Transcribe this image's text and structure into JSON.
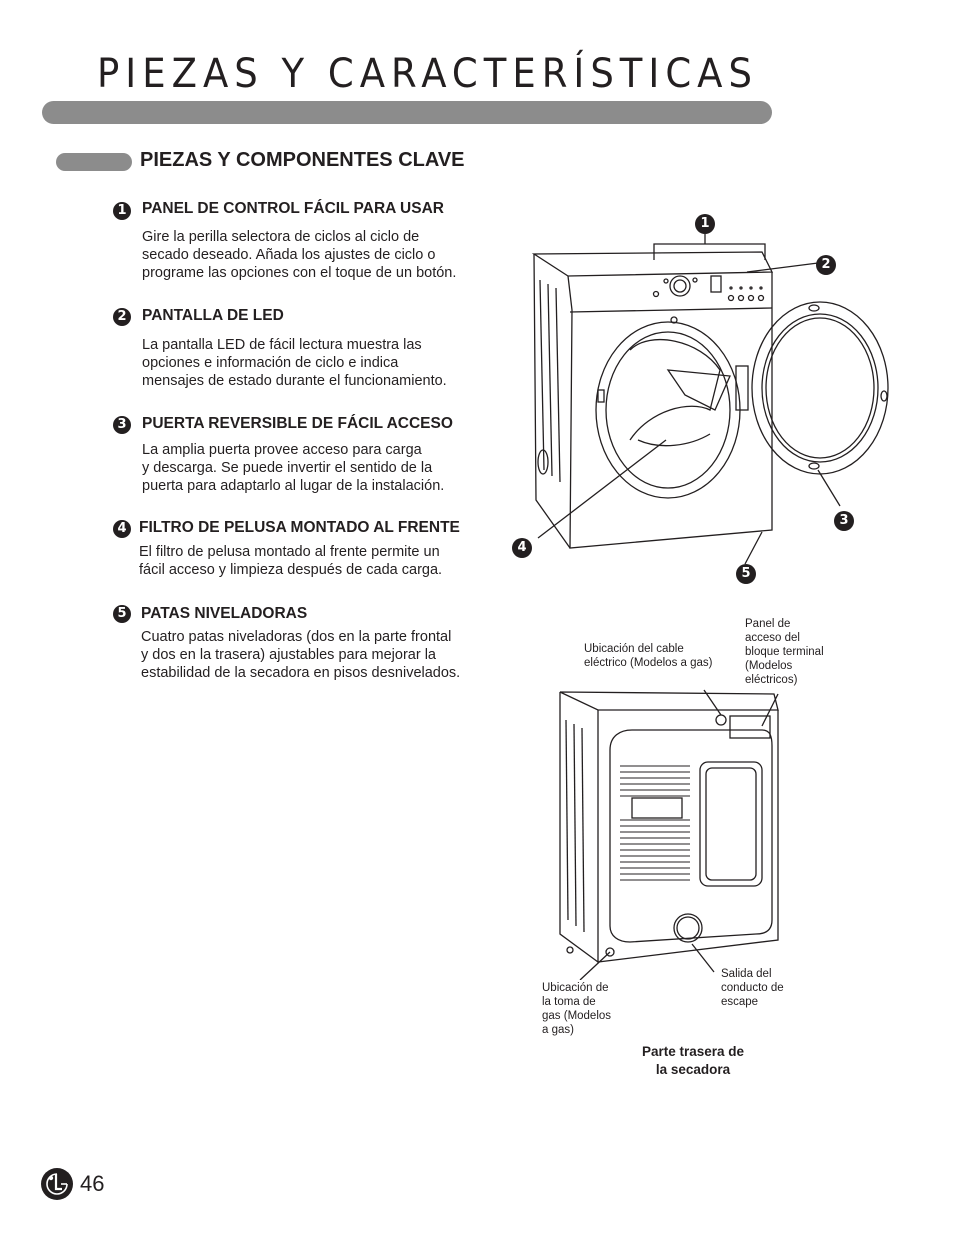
{
  "page": {
    "title": "PIEZAS Y CARACTERÍSTICAS",
    "section_title": "PIEZAS Y COMPONENTES CLAVE",
    "page_number": "46",
    "logo": "LG-logo-icon"
  },
  "items": [
    {
      "number": "1",
      "heading": "PANEL DE CONTROL FÁCIL PARA USAR",
      "lines": [
        "Gire la perilla selectora de ciclos al ciclo de",
        "secado deseado. Añada los ajustes de ciclo o",
        "programe las opciones con el toque de un botón."
      ]
    },
    {
      "number": "2",
      "heading": "PANTALLA DE LED",
      "lines": [
        "La pantalla LED de fácil lectura muestra las",
        "opciones e información de ciclo e indica",
        "mensajes de estado durante el funcionamiento."
      ]
    },
    {
      "number": "3",
      "heading": "PUERTA REVERSIBLE DE FÁCIL ACCESO",
      "lines": [
        "La amplia puerta provee acceso para carga",
        "y descarga. Se puede invertir el sentido de la",
        "puerta para adaptarlo al lugar de la instalación."
      ]
    },
    {
      "number": "4",
      "heading": "FILTRO DE PELUSA MONTADO AL FRENTE",
      "lines": [
        "El filtro de pelusa montado al frente permite un",
        "fácil acceso y limpieza después de cada carga."
      ]
    },
    {
      "number": "5",
      "heading": "PATAS NIVELADORAS",
      "lines": [
        "Cuatro patas niveladoras (dos en la parte frontal",
        "y dos en la trasera) ajustables para mejorar la",
        "estabilidad de la secadora en pisos desnivelados."
      ]
    }
  ],
  "front_callouts": [
    "1",
    "2",
    "3",
    "4",
    "5"
  ],
  "back_labels": {
    "power_cord": [
      "Ubicación del cable",
      "eléctrico (Modelos a gas)"
    ],
    "terminal_panel": [
      "Panel de",
      "acceso del",
      "bloque terminal",
      "(Modelos",
      "eléctricos)"
    ],
    "gas_inlet": [
      "Ubicación de",
      "la toma de",
      "gas (Modelos",
      "a gas)"
    ],
    "exhaust": [
      "Salida del",
      "conducto de",
      "escape"
    ],
    "caption": [
      "Parte trasera de",
      "la secadora"
    ]
  }
}
